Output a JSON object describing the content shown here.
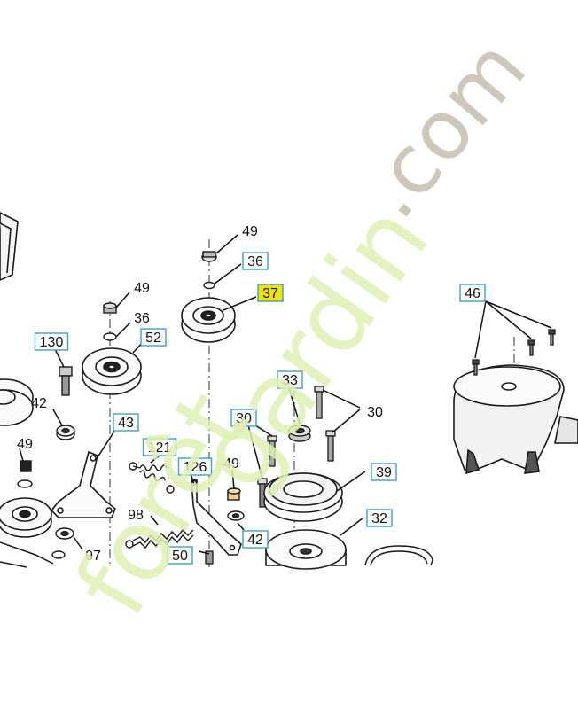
{
  "diagram": {
    "callouts": [
      {
        "text": "49",
        "boxed": false,
        "highlight": false
      },
      {
        "text": "36",
        "boxed": true,
        "highlight": false
      },
      {
        "text": "37",
        "boxed": true,
        "highlight": true
      },
      {
        "text": "49",
        "boxed": false,
        "highlight": false
      },
      {
        "text": "36",
        "boxed": false,
        "highlight": false
      },
      {
        "text": "52",
        "boxed": true,
        "highlight": false
      },
      {
        "text": "130",
        "boxed": true,
        "highlight": false
      },
      {
        "text": "42",
        "boxed": false,
        "highlight": false
      },
      {
        "text": "43",
        "boxed": true,
        "highlight": false
      },
      {
        "text": "49",
        "boxed": false,
        "highlight": false
      },
      {
        "text": "121",
        "boxed": true,
        "highlight": false
      },
      {
        "text": "126",
        "boxed": true,
        "highlight": false
      },
      {
        "text": "49",
        "boxed": false,
        "highlight": false
      },
      {
        "text": "98",
        "boxed": false,
        "highlight": false
      },
      {
        "text": "97",
        "boxed": false,
        "highlight": false
      },
      {
        "text": "50",
        "boxed": true,
        "highlight": false
      },
      {
        "text": "42",
        "boxed": true,
        "highlight": false
      },
      {
        "text": "30",
        "boxed": true,
        "highlight": false
      },
      {
        "text": "33",
        "boxed": true,
        "highlight": false
      },
      {
        "text": "30",
        "boxed": false,
        "highlight": false
      },
      {
        "text": "39",
        "boxed": true,
        "highlight": false
      },
      {
        "text": "32",
        "boxed": true,
        "highlight": false
      },
      {
        "text": "46",
        "boxed": true,
        "highlight": false
      }
    ],
    "watermark": {
      "part1": "forêt",
      "part2": "gardin",
      "part3": ".com"
    },
    "colors": {
      "line": "#1a1a1a",
      "callout_box": "#3aa0c8",
      "highlight": "#f2e600",
      "watermark_gray": "#c9c3b4",
      "watermark_green": "#dff0b4",
      "watermark_orange": "#f3c89a"
    }
  }
}
